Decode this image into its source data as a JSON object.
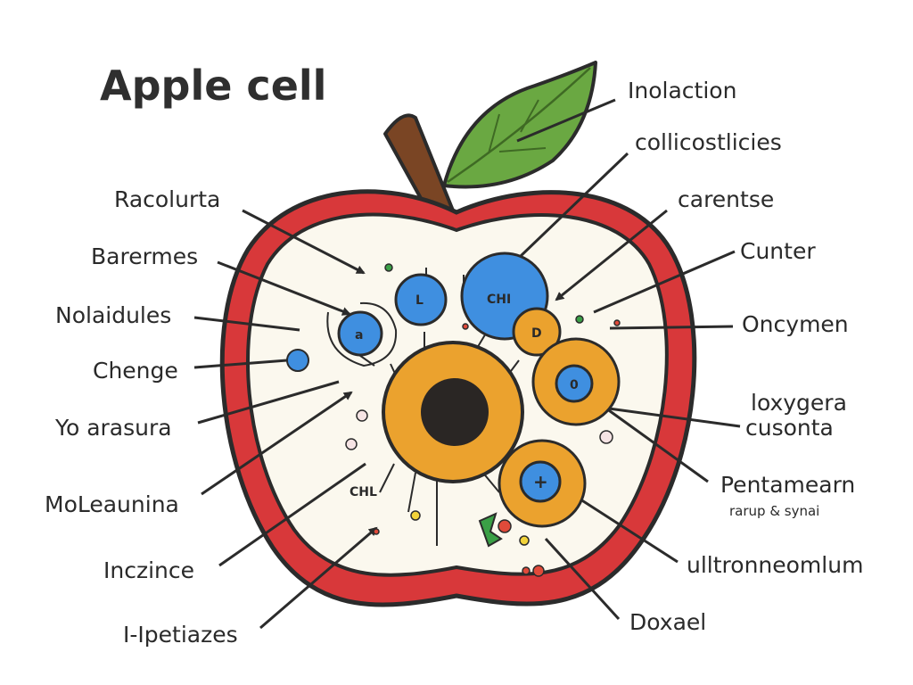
{
  "title": "Apple cell",
  "left_labels": [
    "Racolurta",
    "Barermes",
    "Nolaidules",
    "Chenge",
    "Yo arasura",
    "MoLeaunina",
    "Inczince",
    "I-Ipetiazes"
  ],
  "right_labels": [
    "Inolaction",
    "collicostlicies",
    "carentse",
    "Cunter",
    "Oncymen",
    "loxygera",
    "cusonta",
    "Pentamearn",
    "rarup & synai",
    "ulltronneomlum",
    "Doxael"
  ],
  "inner_labels": {
    "organelle_l": "L",
    "organelle_chi": "CHI",
    "organelle_a": "a",
    "organelle_0": "0",
    "organelle_d": "D",
    "organelle_plus": "+",
    "chl": "CHL"
  },
  "colors": {
    "peel": "#d8383a",
    "flesh": "#fbf8ee",
    "nucleus_ring": "#eba22e",
    "nucleus_core": "#2a2624",
    "organelle_blue": "#3f8fe0",
    "leaf": "#6aa842",
    "stem": "#7a4524",
    "outline": "#2b2b2b"
  }
}
